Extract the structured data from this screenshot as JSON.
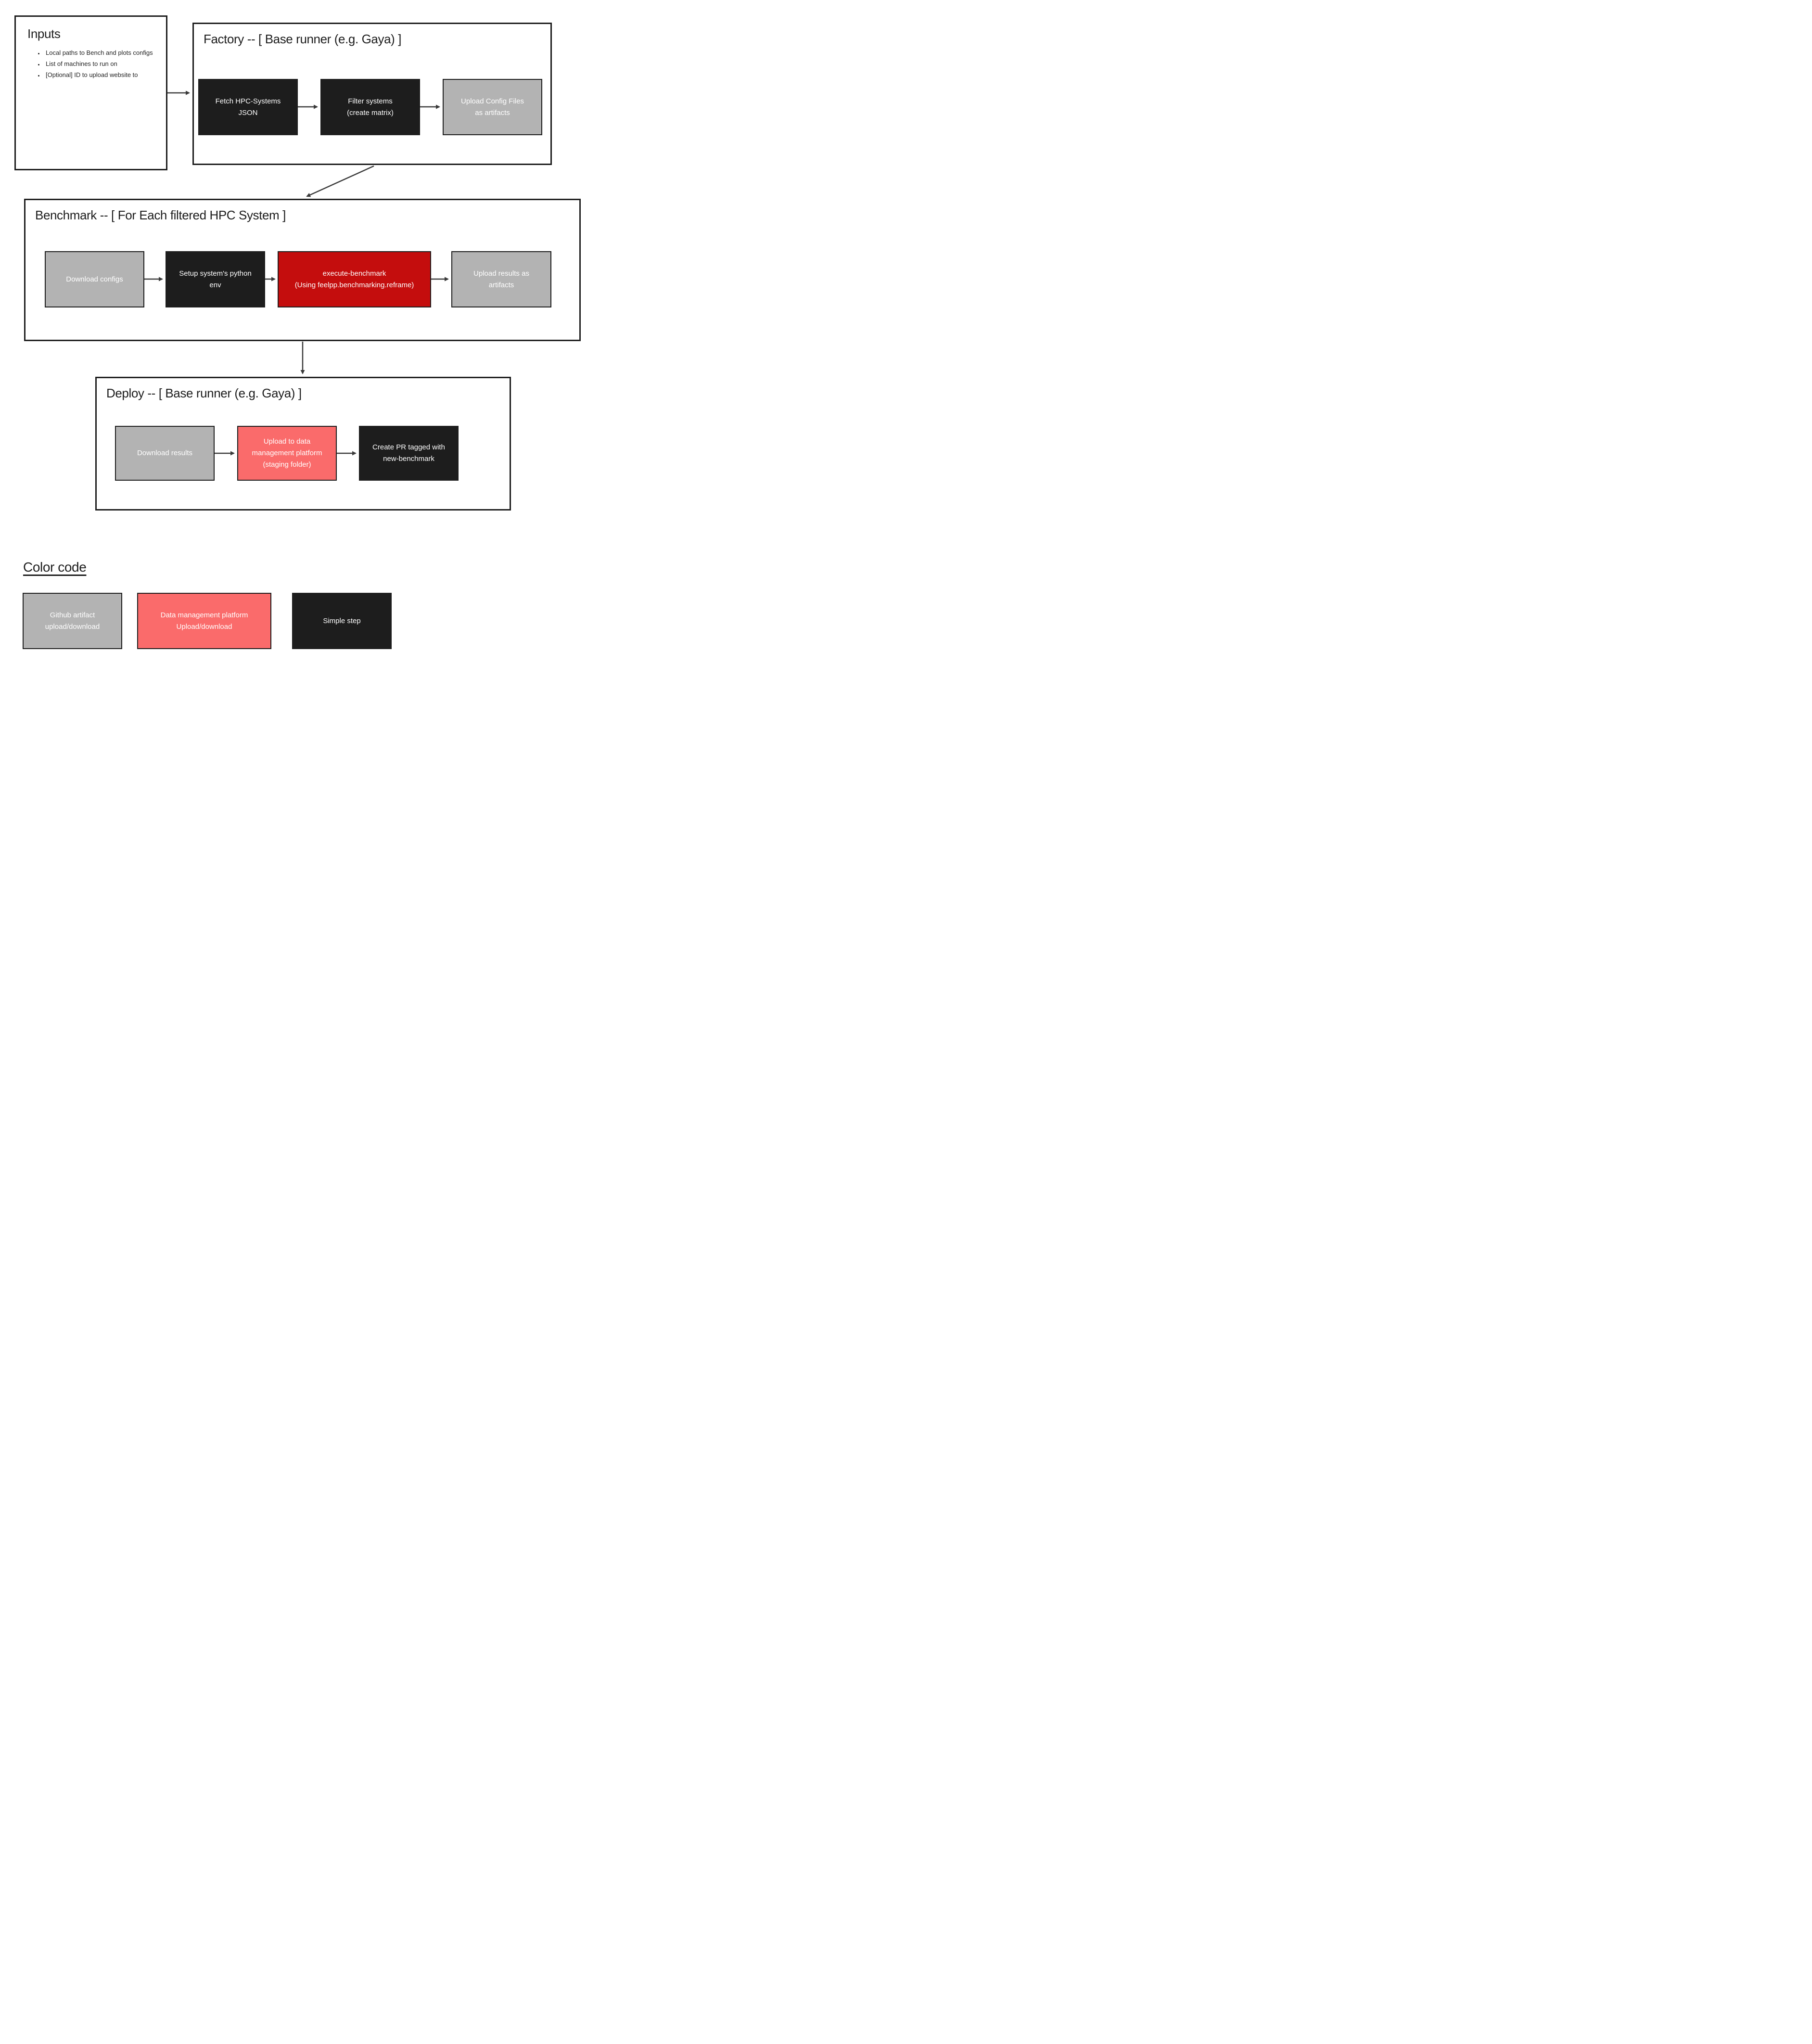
{
  "colors": {
    "ink": "#1d1d1d",
    "arrow": "#3a3a3a",
    "simple_step": "#1d1d1d",
    "github_artifact": "#b3b3b3",
    "data_platform": "#fa6b6b",
    "execute_benchmark": "#c40d0d",
    "step_text": "#ffffff"
  },
  "inputs": {
    "title": "Inputs",
    "bullets": [
      "Local paths to Bench and plots configs",
      "List of machines to run on",
      "[Optional] ID to upload website to"
    ]
  },
  "factory": {
    "title": "Factory -- [ Base runner (e.g. Gaya) ]",
    "steps": [
      {
        "label": "Fetch HPC-Systems\nJSON",
        "kind": "simple-step"
      },
      {
        "label": "Filter systems\n(create matrix)",
        "kind": "simple-step"
      },
      {
        "label": "Upload Config Files\nas artifacts",
        "kind": "github-artifact"
      }
    ]
  },
  "benchmark": {
    "title": "Benchmark -- [ For Each filtered HPC System ]",
    "steps": [
      {
        "label": "Download configs",
        "kind": "github-artifact"
      },
      {
        "label": "Setup system's python\nenv",
        "kind": "simple-step"
      },
      {
        "label": "execute-benchmark\n(Using feelpp.benchmarking.reframe)",
        "kind": "execute"
      },
      {
        "label": "Upload results as\nartifacts",
        "kind": "github-artifact"
      }
    ]
  },
  "deploy": {
    "title": "Deploy -- [ Base runner (e.g. Gaya) ]",
    "steps": [
      {
        "label": "Download results",
        "kind": "github-artifact"
      },
      {
        "label": "Upload to data\nmanagement platform\n(staging folder)",
        "kind": "data-platform"
      },
      {
        "label": "Create PR tagged with\nnew-benchmark",
        "kind": "simple-step"
      }
    ]
  },
  "legend": {
    "title": "Color code",
    "items": [
      {
        "label": "Github artifact\nupload/download",
        "kind": "github-artifact"
      },
      {
        "label": "Data management platform\nUpload/download",
        "kind": "data-platform"
      },
      {
        "label": "Simple step",
        "kind": "simple-step"
      }
    ]
  }
}
